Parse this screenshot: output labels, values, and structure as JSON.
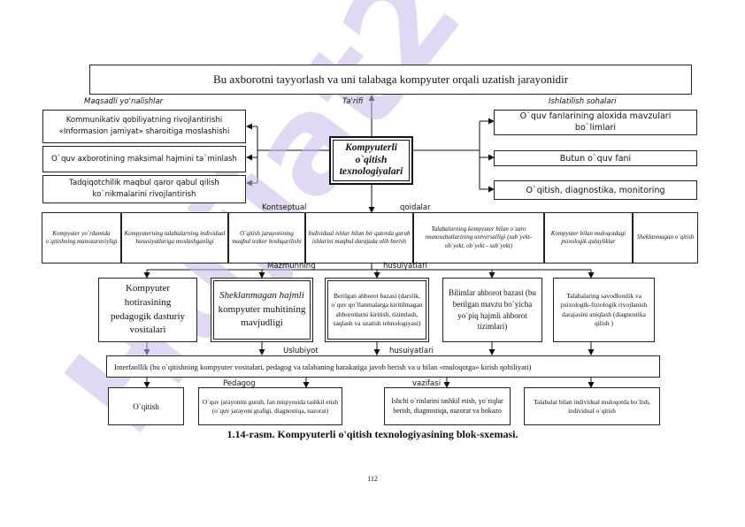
{
  "title": "Bu axborotni tayyorlash va uni talabaga kompyuter orqali uzatish jarayonidir",
  "center": "Kompyuterli o`qitish texnologiyalari",
  "section_labels": {
    "maqsadli": "Maqsadli yo'nalishlar",
    "tarifi": "Ta'rifi",
    "ishlatilish": "Ishlatilish sohalari",
    "kontseptual": "Kontseptual",
    "qoidalar": "qoidalar",
    "mazmunning": "Mazmunning",
    "xususiyatlari1": "husuiyatlari",
    "uslubiyot": "Uslubiyot",
    "xususiyatlari2": "husuiyatlari",
    "pedagog": "Pedagog",
    "vazifasi": "vazifasi"
  },
  "left_goals": [
    "Kommunikativ qobiliyatning rivojlantirishi «Informasion jamiyat» sharoitiga moslashishi",
    "O`quv axborotining maksimal hajmini ta`minlash",
    "Tadqiqotchilik maqbul qaror qabul qilish ko`nikmalarini rivojlantirish"
  ],
  "right_uses": [
    "O`quv fanlarining aloxida mavzulari bo`limlari",
    "Butun o`quv fani",
    "O`qitish, diagnostika, monitoring"
  ],
  "principles": [
    "Kompyuter yo`rdamida o`qitishning manozaraviyligi",
    "Kompyuterning talabalarning individual hususiyatlariga moslashganligi",
    "O`qitish jarayonining maqbul tezkor boshqarilishi",
    "Individual ishlar bilan bir qatorda guruh ishlarini maqbul darajada olib borish",
    "Talabalarning kompyuter bilan o`zaro munosabatlarining universalligi (sub`yekt-ob`yekt, ob`yekt - sub`yekt)",
    "Kompyuter bilan muloqotdagi psixologik qulayliklar",
    "Sheklanmagan o`qitish"
  ],
  "content_features": [
    {
      "lead": "",
      "text": "Kompyuter hotirasining pedagogik dasturiy vositalari"
    },
    {
      "lead": "Sheklanmagan hajmli",
      "text": "kompyuter muhitining mavjudligi"
    },
    {
      "lead": "",
      "text": "Berilgan ahborot bazasi (darslik, o`quv qo`llanmalarga kiritilmagan ahborotlarni kiritish, tizimlash, saqlash va uzatish tehnologiyasi)"
    },
    {
      "lead": "",
      "text": "Bilimlar ahborot bazasi (bu berilgan mavzu bo`yicha yo`piq hajmli ahborot tizimlari)"
    },
    {
      "lead": "",
      "text": "Talabalaring savodhonlik va psixologik-fiziologik rivojlanish darajasini aniqlash (diagnostika qilish )"
    }
  ],
  "methodology": "Interfaollik (bu o`qitishning kompyuter vositalari, pedagog va talabaning harakatiga javob berish va u bilan «muloqotga» kirish qobiliyati)",
  "teacher_tasks": [
    "O`qitish",
    "O`quv jarayonini guruh, fan miqiyosida tashkil etish (o`quv jarayoni grafigi, diagnostiqa, nazorat)",
    "Ishchi o`rinlarini tashkil etish, yo`riqlar berish, diagnostiqa, nazorat va hokazo",
    "Talabalar bilan individual muloqotda bo`lish, individual o`qitish"
  ],
  "caption": "1.14-rasm. Kompyuterli o'qitish texnologiyasining blok-sxemasi.",
  "page_number": "112",
  "watermark": "Hujjat24"
}
